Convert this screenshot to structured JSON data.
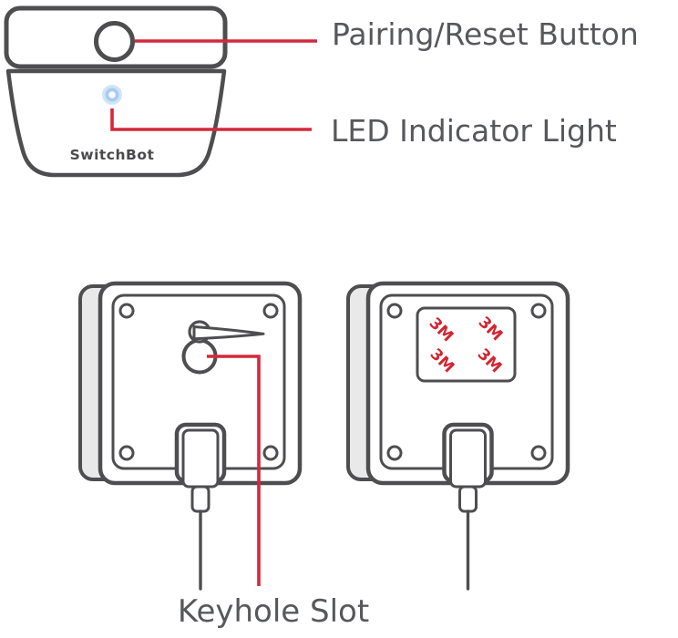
{
  "labels": {
    "pairing_button": "Pairing/Reset Button",
    "led_indicator": "LED Indicator Light",
    "keyhole_slot": "Keyhole Slot"
  },
  "front_view": {
    "brand_logo": "SwitchBot"
  },
  "back_view_adhesive": {
    "adhesive_labels": [
      "3M",
      "3M",
      "3M",
      "3M"
    ]
  },
  "colors": {
    "callout_red": "#d2293c",
    "outline_gray": "#4e4e50",
    "label_gray": "#57585b",
    "adhesive_red": "#d3242f",
    "led_blue": "#a9cdef",
    "side_panel_gray": "#e9e9ea"
  }
}
